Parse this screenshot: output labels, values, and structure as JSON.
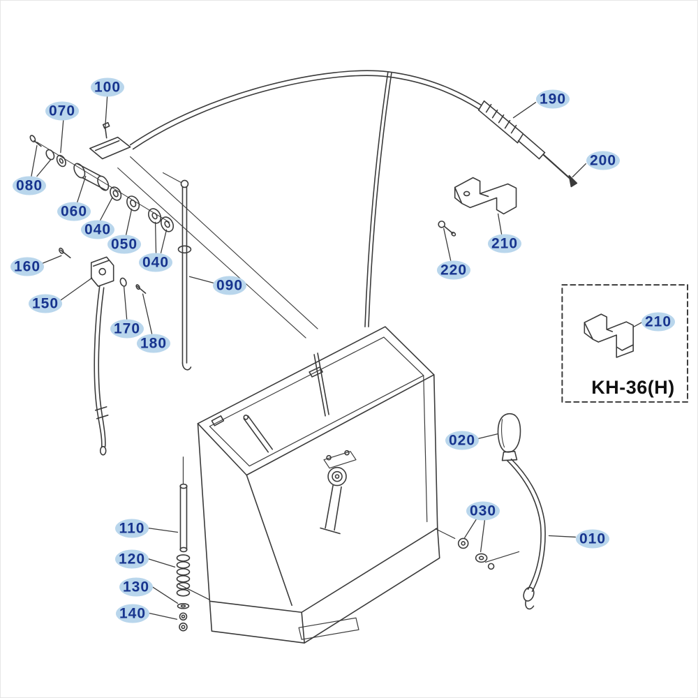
{
  "diagram": {
    "inset_label": "KH-36(H)"
  },
  "colors": {
    "background": "#ffffff",
    "line": "#3a3a3a",
    "callout_bg": "#b9d6ec",
    "callout_text": "#17348e",
    "inset_text": "#111111"
  },
  "callouts": {
    "n010": "010",
    "n020": "020",
    "n030": "030",
    "n040a": "040",
    "n040b": "040",
    "n050": "050",
    "n060": "060",
    "n070": "070",
    "n080": "080",
    "n090": "090",
    "n100": "100",
    "n110": "110",
    "n120": "120",
    "n130": "130",
    "n140": "140",
    "n150": "150",
    "n160": "160",
    "n170": "170",
    "n180": "180",
    "n190": "190",
    "n200": "200",
    "n210_main": "210",
    "n210_inset": "210",
    "n220": "220"
  }
}
